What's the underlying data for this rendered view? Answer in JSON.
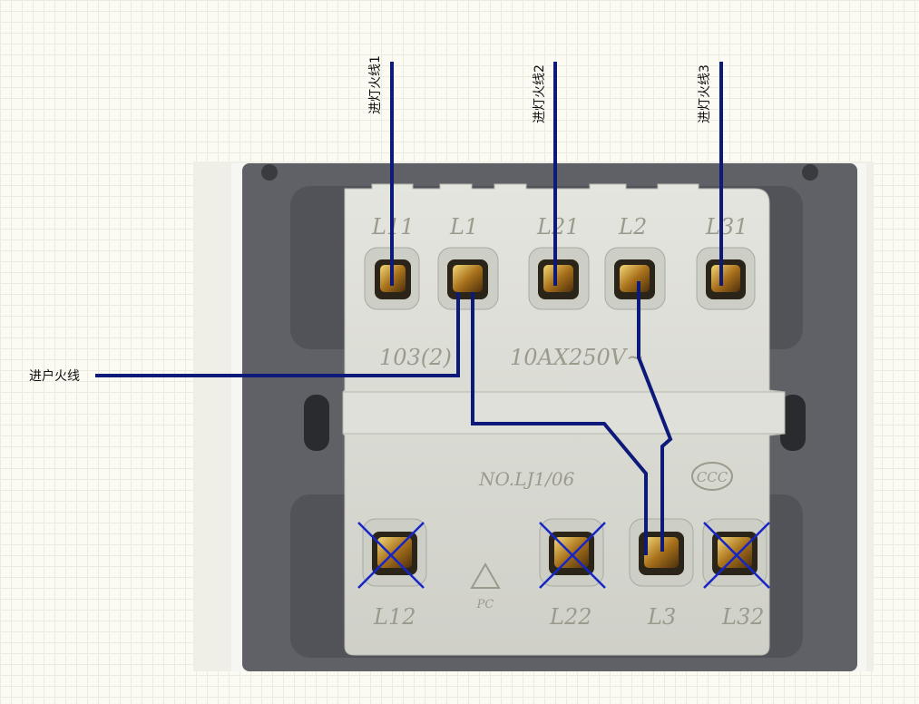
{
  "wire_labels": {
    "incoming_live": "进户火线",
    "lamp_live_1": "进灯火线1",
    "lamp_live_2": "进灯火线2",
    "lamp_live_3": "进灯火线3"
  },
  "terminal_labels": {
    "top": [
      "L11",
      "L1",
      "L21",
      "L2",
      "L31"
    ],
    "bottom": [
      "L12",
      "L22",
      "L3",
      "L32"
    ]
  },
  "switch_markings": {
    "rating_left": "103(2)",
    "rating_right": "10AX250V~",
    "model": "NO.LJ1/06",
    "cert_logo": "CCC",
    "recycle_code": "PC"
  },
  "unused_terminals": [
    "L12",
    "L22",
    "L32"
  ],
  "colors": {
    "wire": "#0d1a7a",
    "cross": "#1625c8",
    "body": "#d9dad2",
    "plate": "#5f6167"
  }
}
